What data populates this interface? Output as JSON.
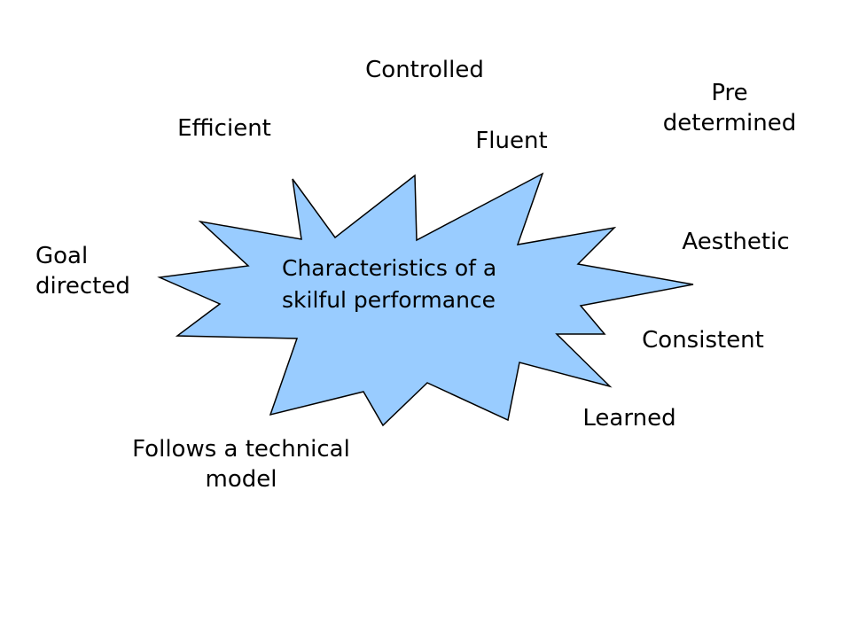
{
  "diagram": {
    "center_label": [
      "Characteristics of a",
      "skilful performance"
    ],
    "burst_fill": "#99ccff",
    "burst_stroke": "#000000",
    "characteristics": {
      "controlled": [
        "Controlled"
      ],
      "pre_determined": [
        "Pre",
        "determined"
      ],
      "efficient": [
        "Efficient"
      ],
      "fluent": [
        "Fluent"
      ],
      "goal_directed": [
        "Goal",
        "directed"
      ],
      "aesthetic": [
        "Aesthetic"
      ],
      "consistent": [
        "Consistent"
      ],
      "learned": [
        "Learned"
      ],
      "follows_technical_model": [
        "Follows a technical",
        "model"
      ]
    }
  }
}
